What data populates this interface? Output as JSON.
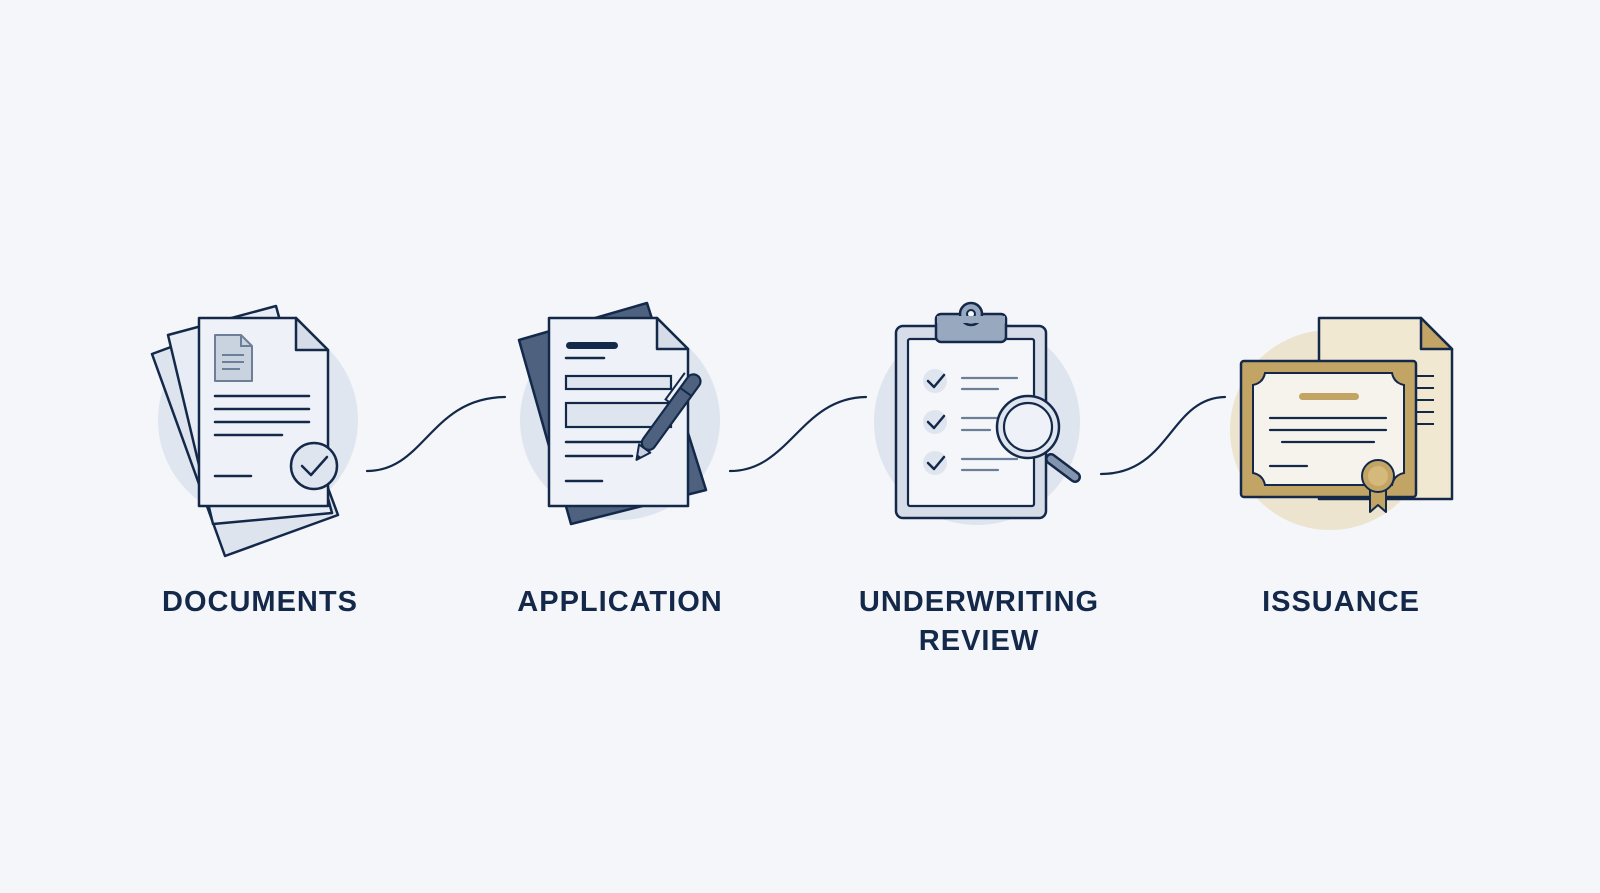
{
  "steps": [
    {
      "label_lines": [
        "DOCUMENTS"
      ],
      "icon": "document-stack-check-icon"
    },
    {
      "label_lines": [
        "APPLICATION"
      ],
      "icon": "form-pen-icon"
    },
    {
      "label_lines": [
        "UNDERWRITING",
        "REVIEW"
      ],
      "icon": "clipboard-magnifier-icon"
    },
    {
      "label_lines": [
        "ISSUANCE"
      ],
      "icon": "certificate-seal-icon"
    }
  ],
  "colors": {
    "background": "#f4f6f9",
    "navy": "#14294a",
    "paper": "#eef2f8",
    "halo": "#dfe5ee",
    "slate": "#4e627f",
    "gold": "#c2a465",
    "gold_light": "#f1e8d2"
  }
}
